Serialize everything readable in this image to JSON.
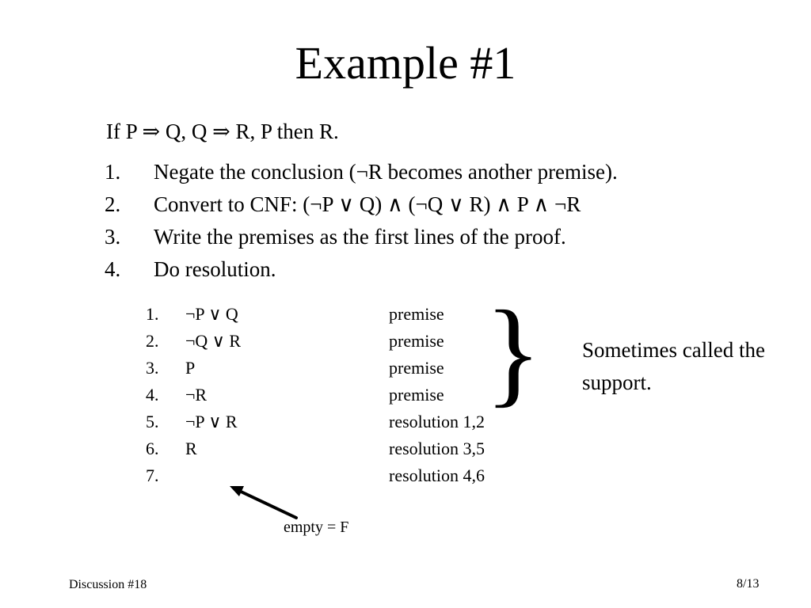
{
  "slide": {
    "title": "Example #1",
    "premise_line": "If P ⇒ Q, Q ⇒ R, P then R.",
    "steps": [
      {
        "num": "1.",
        "text": "Negate the conclusion (¬R becomes another premise)."
      },
      {
        "num": "2.",
        "text": "Convert to CNF:  (¬P ∨ Q) ∧ (¬Q ∨ R) ∧ P ∧ ¬R"
      },
      {
        "num": "3.",
        "text": "Write the premises as the first lines of the proof."
      },
      {
        "num": "4.",
        "text": "Do resolution."
      }
    ],
    "proof": [
      {
        "num": "1.",
        "formula": "¬P ∨ Q",
        "reason": "premise"
      },
      {
        "num": "2.",
        "formula": "¬Q ∨ R",
        "reason": "premise"
      },
      {
        "num": "3.",
        "formula": "P",
        "reason": "premise"
      },
      {
        "num": "4.",
        "formula": "¬R",
        "reason": "premise"
      },
      {
        "num": "5.",
        "formula": "¬P ∨ R",
        "reason": "resolution 1,2"
      },
      {
        "num": "6.",
        "formula": "R",
        "reason": "resolution 3,5"
      },
      {
        "num": "7.",
        "formula": "",
        "reason": "resolution 4,6"
      }
    ],
    "brace": "}",
    "support_note": "Sometimes called the support.",
    "empty_label": "empty = F",
    "arrow_icon": "arrow-up-left-icon"
  },
  "footer": {
    "left": "Discussion #18",
    "right": "8/13"
  }
}
